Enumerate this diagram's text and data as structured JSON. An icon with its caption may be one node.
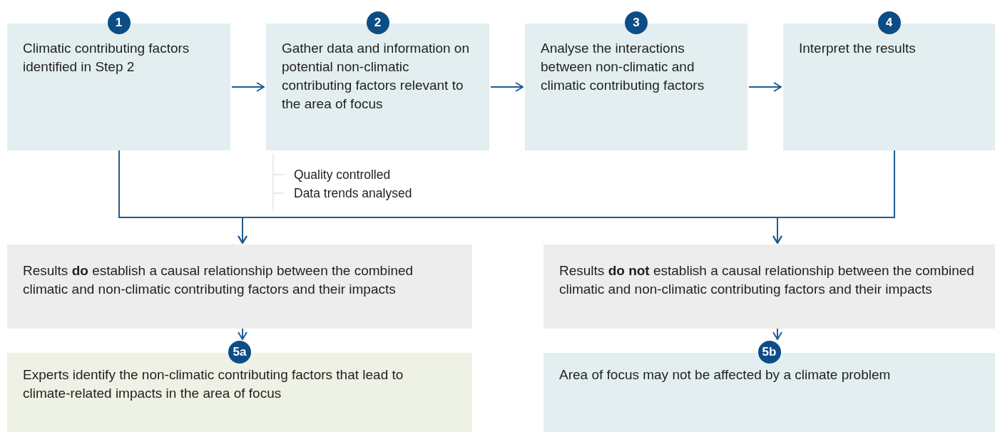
{
  "diagram": {
    "nodes": [
      {
        "text": [
          "1",
          "Climatic contributing factors identified in Step 2"
        ]
      },
      {
        "text": [
          "2",
          "Gather data and information on potential non-climatic contributing factors relevant to the area of focus"
        ],
        "beside": [
          "Quality controlled",
          "Data trends analysed"
        ]
      },
      {
        "text": [
          "3",
          "Analyse the interactions between non-climatic and climatic contributing factors"
        ]
      },
      {
        "text": [
          "4",
          "Interpret the results"
        ]
      },
      {
        "text": [
          "Results **do** establish a causal relationship between the combined climatic and non-climatic contributing factors and their impacts"
        ]
      },
      {
        "text": [
          "Results **do not** establish a causal relationship between the combined climatic and non-climatic contributing factors and their impacts"
        ]
      },
      {
        "text": [
          "5a",
          "Experts identify the non-climatic contributing factors that lead to climate-related impacts in the area of focus"
        ]
      },
      {
        "text": [
          "5b",
          "Area of focus may not be affected by a climate problem"
        ]
      }
    ],
    "edges": [
      {
        "from": 0,
        "to": 1,
        "arrow": "to"
      },
      {
        "from": 1,
        "to": 2,
        "arrow": "to"
      },
      {
        "from": 2,
        "to": 3,
        "arrow": "to"
      },
      {
        "from": 0,
        "to": 4,
        "arrow": "to"
      },
      {
        "from": 0,
        "to": 5,
        "arrow": "to"
      },
      {
        "from": 3,
        "to": 4,
        "arrow": "to"
      },
      {
        "from": 3,
        "to": 5,
        "arrow": "to"
      },
      {
        "from": 4,
        "to": 6,
        "arrow": "to"
      },
      {
        "from": 5,
        "to": 7,
        "arrow": "to"
      }
    ]
  }
}
